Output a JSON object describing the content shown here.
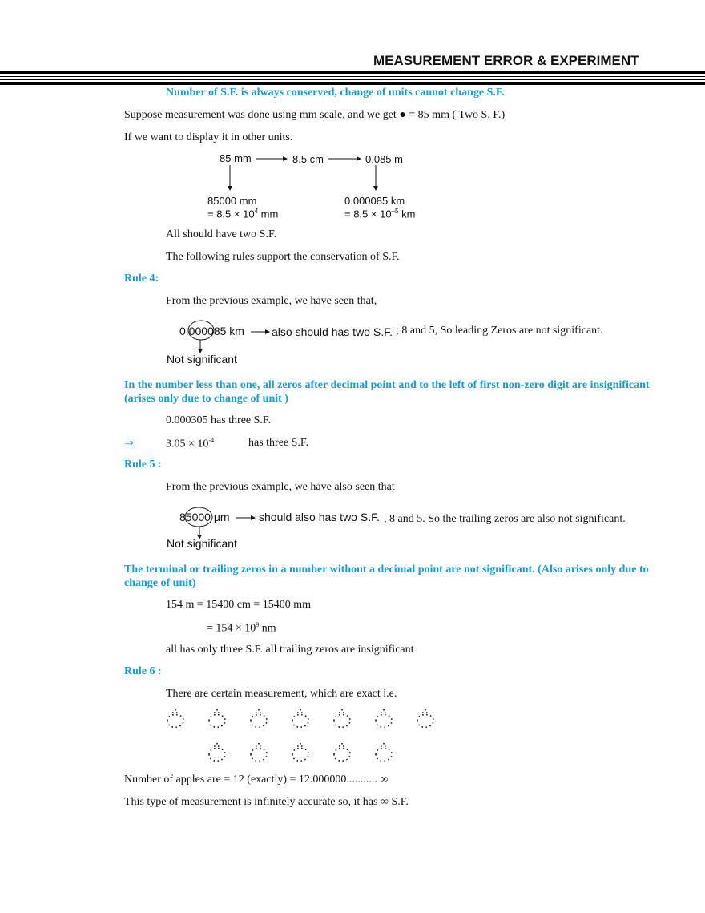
{
  "header": {
    "title": "MEASUREMENT ERROR & EXPERIMENT"
  },
  "intro": {
    "heading": "Number of S.F. is always conserved, change of units cannot change S.F.",
    "line1_a": "Suppose measurement was done using mm scale, and we get",
    "line1_b": "= 85 mm ( Two S. F.)",
    "line2": "If we want to display it in other units."
  },
  "diagram1": {
    "a": "85 mm",
    "b": "8.5 cm",
    "c": "0.085 m",
    "d1": "85000 mm",
    "d2": "= 8.5 × 10",
    "d2_exp": "4",
    "d2_unit": " mm",
    "e1": "0.000085 km",
    "e2": "= 8.5 × 10",
    "e2_exp": "–5",
    "e2_unit": " km"
  },
  "after1": {
    "l1": "All should have two S.F.",
    "l2": "The following rules support the conservation of S.F."
  },
  "rule4": {
    "title": "Rule 4:",
    "text": "From the previous example, we have seen that,",
    "num": "0.000085 km",
    "arrow_text": "also should has two S.F.",
    "tail": "; 8 and 5, So leading Zeros are not significant.",
    "note": "Not significant",
    "statement": "In the number less than one, all zeros after decimal point and to the left of first non-zero digit are insignificant",
    "statement2": "(arises only due to change of unit )",
    "ex1": "0.000305 has three S.F.",
    "implies": "⇒",
    "ex2": "3.05 × 10",
    "ex2_exp": "-4",
    "ex2_tail": "has three S.F."
  },
  "rule5": {
    "title": "Rule 5 :",
    "text": "From the previous example, we have also seen that",
    "num": "85000 μm",
    "arrow_text": "should also has two S.F.",
    "tail": ", 8 and 5. So the trailing zeros are also not significant.",
    "note": "Not significant",
    "statement": "The terminal or trailing zeros in a number without a decimal point are not significant. (Also arises only due to",
    "statement2": "change of unit)",
    "ex1": "154 m = 15400 cm = 15400 mm",
    "ex2": "= 154 × 10",
    "ex2_exp": "9",
    "ex2_unit": " nm",
    "ex3": "all has only three S.F. all trailing zeros are insignificant"
  },
  "rule6": {
    "title": "Rule 6 :",
    "text": "There are certain measurement, which are exact i.e.",
    "apple_icon": "apple-icon",
    "apple_count": 12,
    "l1": "Number of apples are = 12 (exactly) = 12.000000........... ∞",
    "l2": "This type of measurement is infinitely accurate so, it has ∞ S.F."
  },
  "colors": {
    "accent": "#1a9bc9"
  }
}
